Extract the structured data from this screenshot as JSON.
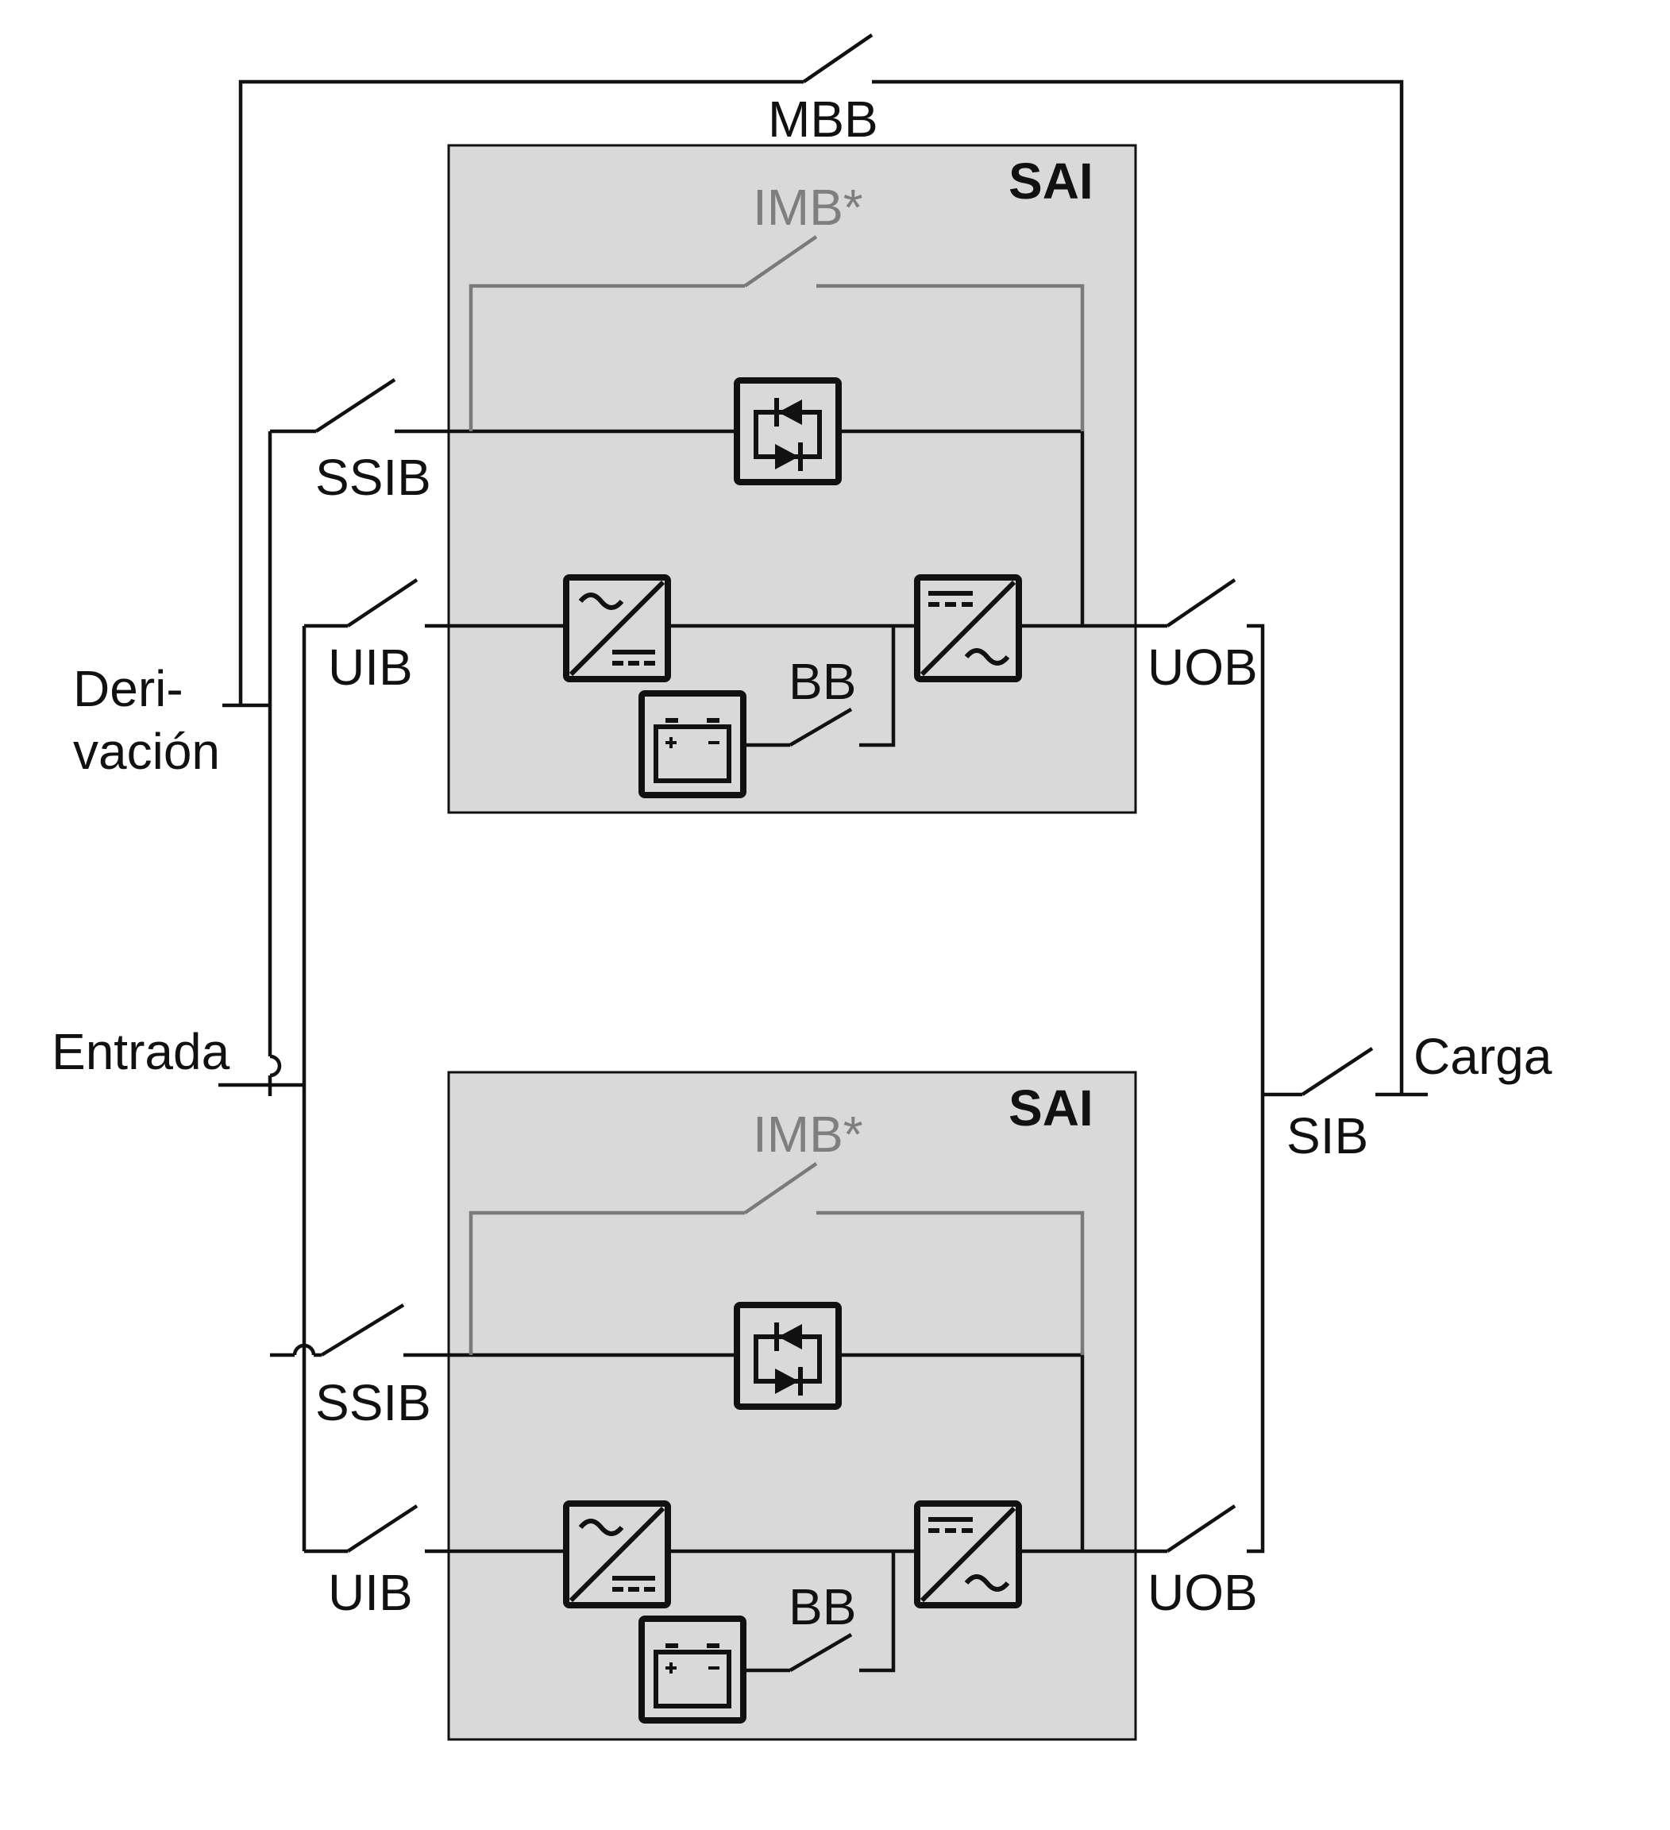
{
  "labels": {
    "mbb": "MBB",
    "bypass_line1": "Deri-",
    "bypass_line2": "vación",
    "input": "Entrada",
    "load": "Carga",
    "sib": "SIB"
  },
  "units": [
    {
      "title": "SAI",
      "imb": "IMB*",
      "ssib": "SSIB",
      "uib": "UIB",
      "uob": "UOB",
      "bb": "BB"
    },
    {
      "title": "SAI",
      "imb": "IMB*",
      "ssib": "SSIB",
      "uib": "UIB",
      "uob": "UOB",
      "bb": "BB"
    }
  ],
  "colors": {
    "line": "#111111",
    "internal_bypass_line": "#7a7a7a",
    "unit_fill": "#d9d9d9",
    "background": "#ffffff"
  },
  "icons": [
    "static-switch-icon",
    "rectifier-icon",
    "inverter-icon",
    "battery-icon",
    "breaker-icon"
  ]
}
